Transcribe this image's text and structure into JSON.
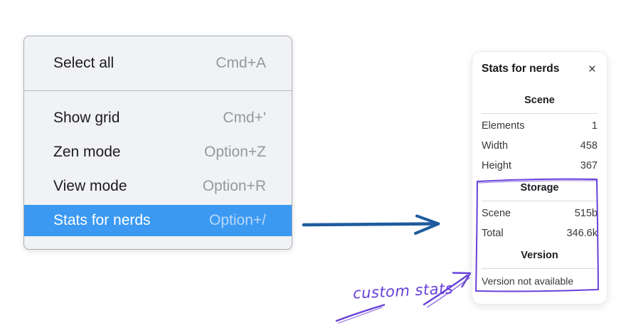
{
  "menu": {
    "items": [
      {
        "label": "Select all",
        "shortcut": "Cmd+A",
        "highlighted": false
      },
      {
        "label": "Show grid",
        "shortcut": "Cmd+'",
        "highlighted": false
      },
      {
        "label": "Zen mode",
        "shortcut": "Option+Z",
        "highlighted": false
      },
      {
        "label": "View mode",
        "shortcut": "Option+R",
        "highlighted": false
      },
      {
        "label": "Stats for nerds",
        "shortcut": "Option+/",
        "highlighted": true
      }
    ]
  },
  "panel": {
    "title": "Stats for nerds",
    "close_icon": "×",
    "sections": [
      {
        "heading": "Scene",
        "rows": [
          [
            "Elements",
            "1"
          ],
          [
            "Width",
            "458"
          ],
          [
            "Height",
            "367"
          ]
        ]
      },
      {
        "heading": "Storage",
        "rows": [
          [
            "Scene",
            "515b"
          ],
          [
            "Total",
            "346.6k"
          ]
        ]
      },
      {
        "heading": "Version",
        "rows": [],
        "note": "Version not available"
      }
    ]
  },
  "annotations": {
    "label": "custom stats"
  },
  "colors": {
    "menu_highlight": "#3b99f2",
    "pointer_arrow": "#1e5c9e",
    "annotation": "#6741d9"
  }
}
